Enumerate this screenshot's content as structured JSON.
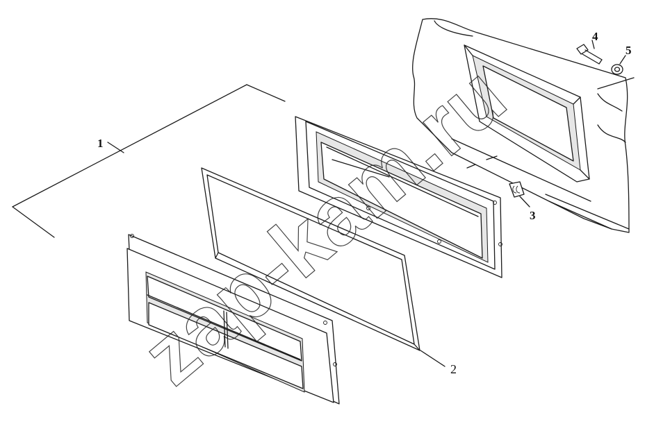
{
  "diagram": {
    "callouts": [
      {
        "id": "1",
        "label": "1"
      },
      {
        "id": "2",
        "label": "2"
      },
      {
        "id": "3",
        "label": "3"
      },
      {
        "id": "4",
        "label": "4"
      },
      {
        "id": "5",
        "label": "5"
      }
    ],
    "watermark": "zap-kam.ru"
  }
}
